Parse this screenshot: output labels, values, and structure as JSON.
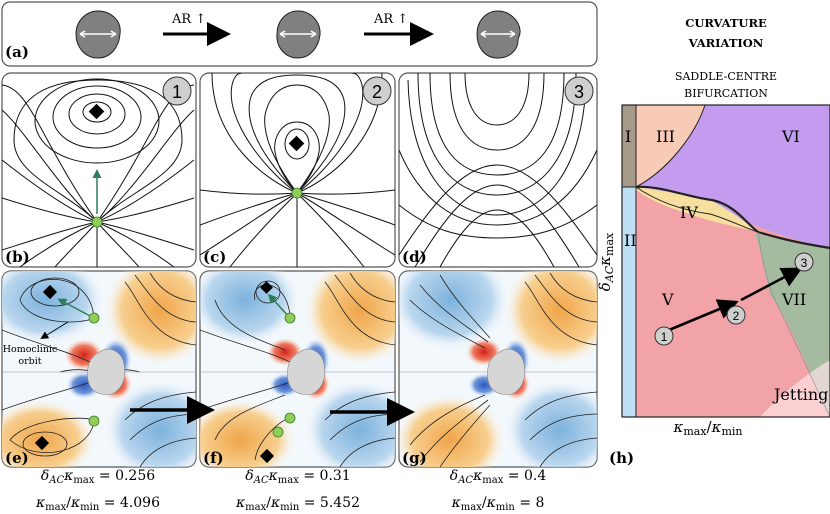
{
  "panel_a": {
    "label": "(a)",
    "arrow_labels": [
      "AR ↑",
      "AR ↑"
    ]
  },
  "panel_labels": {
    "b": "(b)",
    "c": "(c)",
    "d": "(d)",
    "e": "(e)",
    "f": "(f)",
    "g": "(g)",
    "h": "(h)"
  },
  "stage_markers": [
    "1",
    "2",
    "3"
  ],
  "annotations": {
    "homoclinic": [
      "Homoclinic",
      "orbit"
    ]
  },
  "params": [
    {
      "delta": "0.256",
      "ratio": "4.096"
    },
    {
      "delta": "0.31",
      "ratio": "5.452"
    },
    {
      "delta": "0.4",
      "ratio": "8"
    }
  ],
  "param_symbols": {
    "delta_main": "δ",
    "delta_sub": "AC",
    "kappa": "κ",
    "max_sub": "max",
    "min_sub": "min",
    "eq": " = ",
    "slash": "/"
  },
  "panel_h": {
    "title": [
      "CURVATURE",
      "VARIATION"
    ],
    "subtitle": [
      "SADDLE-CENTRE",
      "BIFURCATION"
    ],
    "regions": [
      "I",
      "II",
      "III",
      "IV",
      "V",
      "VI",
      "VII",
      "Jetting"
    ],
    "path_points": [
      "1",
      "2",
      "3"
    ]
  },
  "colors": {
    "blob": "#808080",
    "saddle": "#8fcf57",
    "arrow_green": "#2e7d5a",
    "region_I": "#a69a8a",
    "region_II": "#bfdff4",
    "region_III": "#f8cbb6",
    "region_IV": "#f7dfa0",
    "region_V": "#f2a3a8",
    "region_VI": "#c39cef",
    "region_VII": "#a5bba0",
    "field_orange": "#f3b05a",
    "field_blue": "#8ebde0",
    "field_red": "#e0301e",
    "field_dblue": "#3a66c8"
  }
}
